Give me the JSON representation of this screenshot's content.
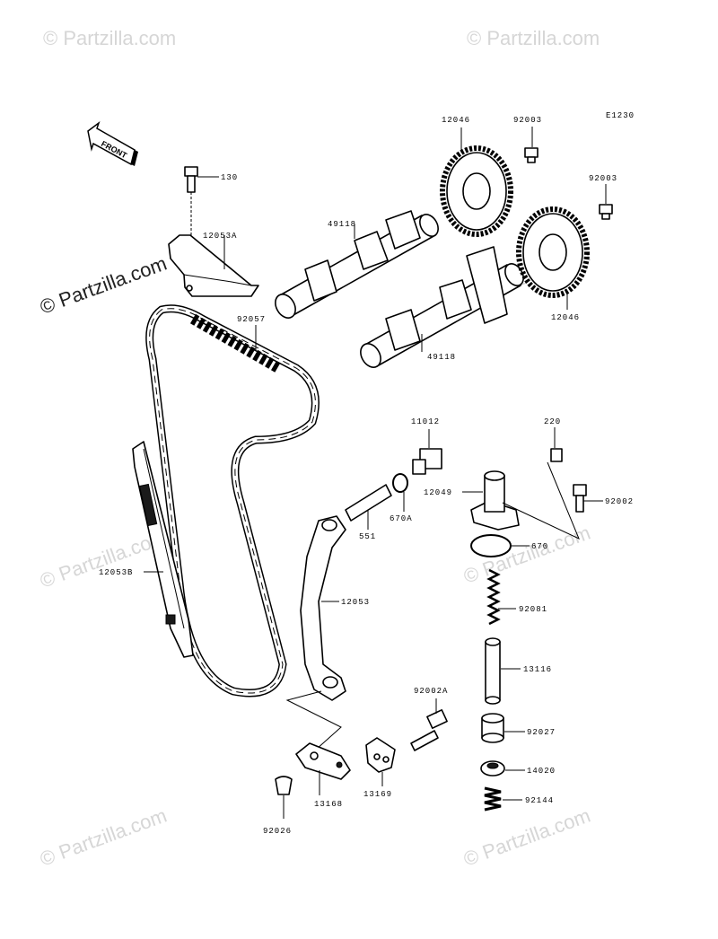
{
  "watermarks": {
    "top_left": "© Partzilla.com",
    "top_right": "© Partzilla.com",
    "main": "© Partzilla.com",
    "mid_right": "© Partzilla.com",
    "right_center": "© Partzilla.com",
    "left_center": "© Partzilla.com",
    "bottom_left": "© Partzilla.com",
    "bottom_right": "© Partzilla.com"
  },
  "diagram_code": "E1230",
  "front_label": "FRONT",
  "parts": {
    "p130": "130",
    "p12053A": "12053A",
    "p92057": "92057",
    "p49118_upper": "49118",
    "p49118_lower": "49118",
    "p12046_upper": "12046",
    "p12046_lower": "12046",
    "p92003_upper": "92003",
    "p92003_lower": "92003",
    "p11012": "11012",
    "p220": "220",
    "p12049": "12049",
    "p92002": "92002",
    "p670A": "670A",
    "p551": "551",
    "p670": "670",
    "p12053B": "12053B",
    "p12053": "12053",
    "p92081": "92081",
    "p13116": "13116",
    "p92002A": "92002A",
    "p92027": "92027",
    "p14020": "14020",
    "p92144": "92144",
    "p13168": "13168",
    "p13169": "13169",
    "p92026": "92026"
  }
}
